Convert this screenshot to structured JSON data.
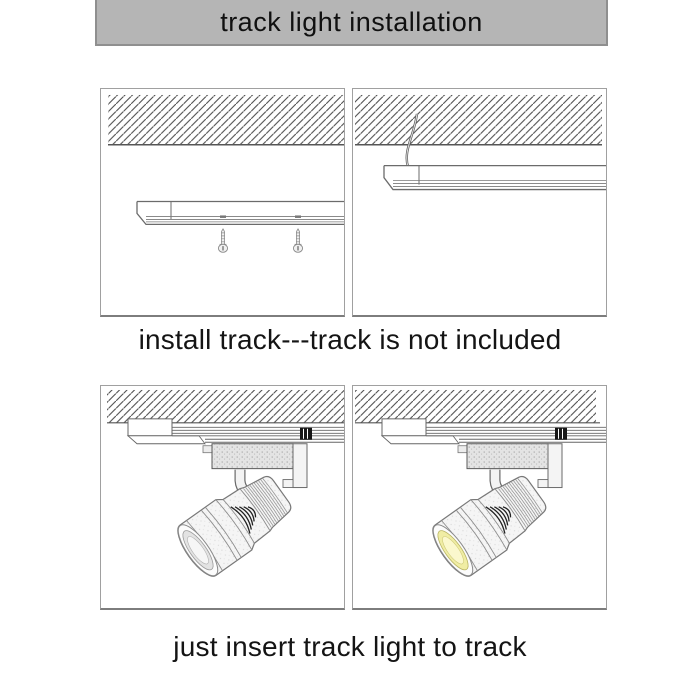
{
  "title": "track light installation",
  "steps": [
    {
      "caption": "install track---track is not included"
    },
    {
      "caption": "just insert track light to track"
    }
  ],
  "colors": {
    "title_bar_bg": "#b5b5b5",
    "line_ink": "#666666",
    "hatch_line": "#4f4f4f",
    "lens_off_ring": "#e3e3e3",
    "lens_off_center": "#f6f6f6",
    "led_on_ring": "#f0eda4",
    "led_on_center": "#fbf8cd"
  }
}
